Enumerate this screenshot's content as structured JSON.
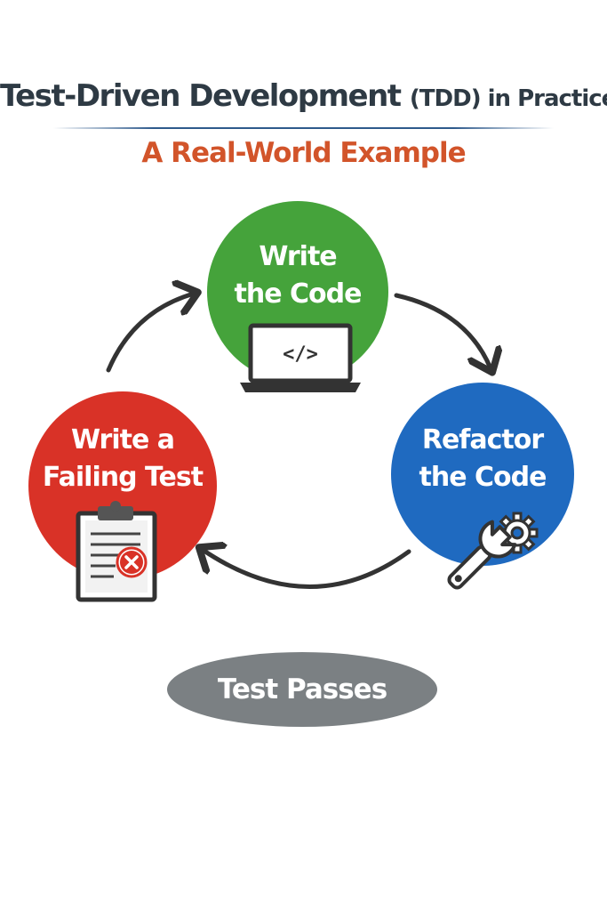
{
  "header": {
    "title_main": "Test-Driven Development",
    "title_small": "(TDD) in Practice:",
    "subtitle": "A Real-World Example"
  },
  "cycle": {
    "write_code": {
      "line1": "Write",
      "line2": "the Code",
      "icon": "laptop-code-icon",
      "icon_text": "</>",
      "color": "#45a33b"
    },
    "failing_test": {
      "line1": "Write a",
      "line2": "Failing Test",
      "icon": "clipboard-fail-icon",
      "color": "#d93227"
    },
    "refactor": {
      "line1": "Refactor",
      "line2": "the Code",
      "icon": "wrench-gear-icon",
      "color": "#1f6ac0"
    }
  },
  "result": {
    "label": "Test Passes",
    "color": "#7b8083"
  },
  "colors": {
    "title": "#2e3a44",
    "subtitle": "#d2542a",
    "arrows": "#333333"
  }
}
